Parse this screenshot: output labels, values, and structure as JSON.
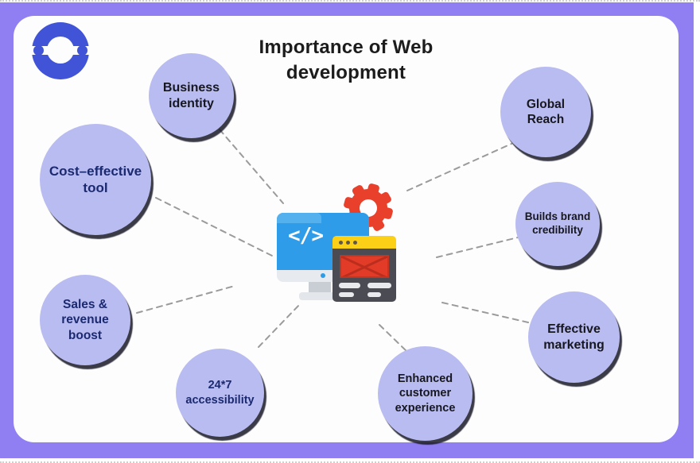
{
  "header": {
    "title": "Importance of Web\ndevelopment"
  },
  "bubbles": [
    {
      "id": "business-identity",
      "label": "Business\nidentity"
    },
    {
      "id": "cost-effective-tool",
      "label": "Cost–effective\ntool"
    },
    {
      "id": "sales-revenue-boost",
      "label": "Sales &\nrevenue\nboost"
    },
    {
      "id": "24-7-accessibility",
      "label": "24*7\naccessibility"
    },
    {
      "id": "enhanced-customer-experience",
      "label": "Enhanced\ncustomer\nexperience"
    },
    {
      "id": "global-reach",
      "label": "Global\nReach"
    },
    {
      "id": "builds-brand-credibility",
      "label": "Builds brand\ncredibility"
    },
    {
      "id": "effective-marketing",
      "label": "Effective\nmarketing"
    }
  ],
  "center_illustration": {
    "code_glyph": "</>"
  },
  "colors": {
    "frame_purple": "#8f7ff2",
    "card_white": "#fdfdfd",
    "bubble_fill": "#b9bcf1",
    "bubble_text_navy": "#1b2a70",
    "bubble_text_dark": "#17171f",
    "logo_blue": "#4153d6",
    "monitor_blue": "#2e9ce8",
    "gear_red": "#e8402a",
    "browser_yellow": "#fcd016",
    "browser_body": "#4b4b54",
    "image_red": "#e23b28",
    "dash_gray": "#9b9b9b"
  }
}
